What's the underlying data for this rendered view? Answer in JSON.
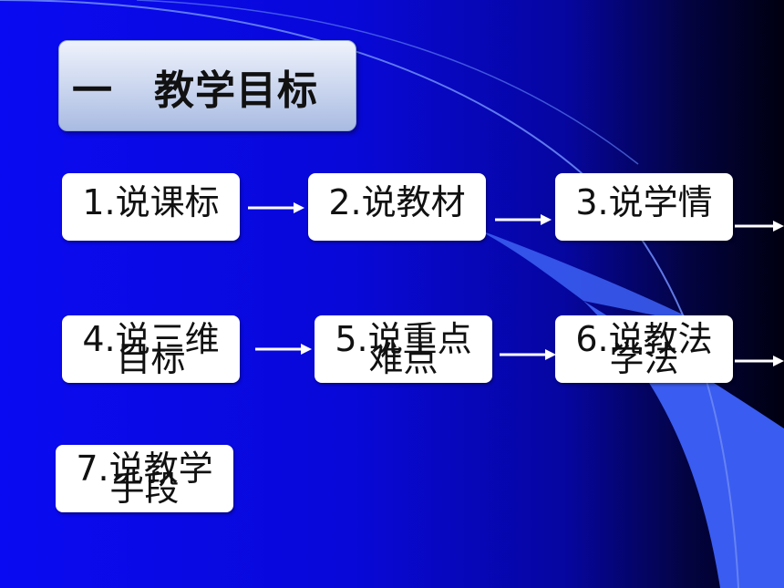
{
  "title": {
    "text": "一　教学目标"
  },
  "steps": [
    {
      "line1": "1.说课标",
      "line2": ""
    },
    {
      "line1": "2.说教材",
      "line2": ""
    },
    {
      "line1": "3.说学情",
      "line2": ""
    },
    {
      "line1": "4.说三维",
      "line2": "目标"
    },
    {
      "line1": "5.说重点",
      "line2": "难点"
    },
    {
      "line1": "6.说教法",
      "line2": "学法"
    },
    {
      "line1": "7.说教学",
      "line2": "手段"
    }
  ],
  "colors": {
    "background_left": "#0a0af2",
    "background_right": "#000010",
    "accent_curve": "#3a5cf0",
    "arrow": "#ffffff",
    "box": "#ffffff"
  }
}
